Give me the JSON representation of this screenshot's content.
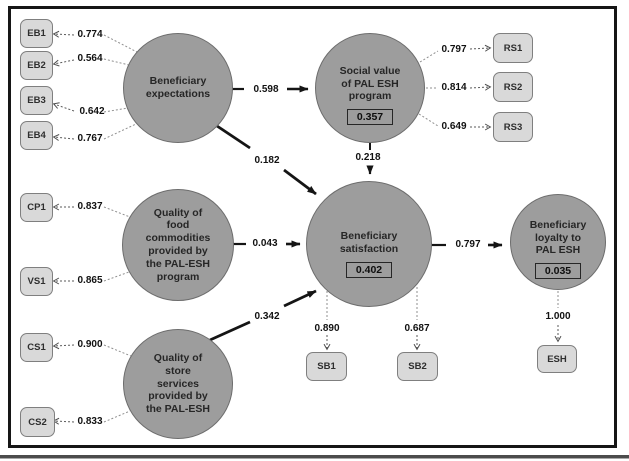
{
  "figure": {
    "latent": {
      "expectations": {
        "label": "Beneficiary\nexpectations"
      },
      "social": {
        "label": "Social value\nof PAL ESH\nprogram",
        "r2": "0.357"
      },
      "food": {
        "label": "Quality of\nfood\ncommodities\nprovided by\nthe PAL-ESH\nprogram"
      },
      "satisfaction": {
        "label": "Beneficiary\nsatisfaction",
        "r2": "0.402"
      },
      "store": {
        "label": "Quality of\nstore\nservices\nprovided by\nthe PAL-ESH"
      },
      "loyalty": {
        "label": "Beneficiary\nloyalty to\nPAL ESH",
        "r2": "0.035"
      }
    },
    "indicators": {
      "eb1": {
        "label": "EB1",
        "loading": "0.774"
      },
      "eb2": {
        "label": "EB2",
        "loading": "0.564"
      },
      "eb3": {
        "label": "EB3",
        "loading": "0.642"
      },
      "eb4": {
        "label": "EB4",
        "loading": "0.767"
      },
      "cp1": {
        "label": "CP1",
        "loading": "0.837"
      },
      "vs1": {
        "label": "VS1",
        "loading": "0.865"
      },
      "cs1": {
        "label": "CS1",
        "loading": "0.900"
      },
      "cs2": {
        "label": "CS2",
        "loading": "0.833"
      },
      "rs1": {
        "label": "RS1",
        "loading": "0.797"
      },
      "rs2": {
        "label": "RS2",
        "loading": "0.814"
      },
      "rs3": {
        "label": "RS3",
        "loading": "0.649"
      },
      "sb1": {
        "label": "SB1",
        "loading": "0.890"
      },
      "sb2": {
        "label": "SB2",
        "loading": "0.687"
      },
      "esh": {
        "label": "ESH",
        "loading": "1.000"
      }
    },
    "paths": {
      "exp_social": "0.598",
      "exp_sat": "0.182",
      "social_sat": "0.218",
      "food_sat": "0.043",
      "store_sat": "0.342",
      "sat_loyalty": "0.797"
    },
    "colors": {
      "latent_fill": "#9d9d9d",
      "indicator_fill": "#d9d9d9",
      "line": "#151515",
      "frame": "#161616"
    }
  }
}
